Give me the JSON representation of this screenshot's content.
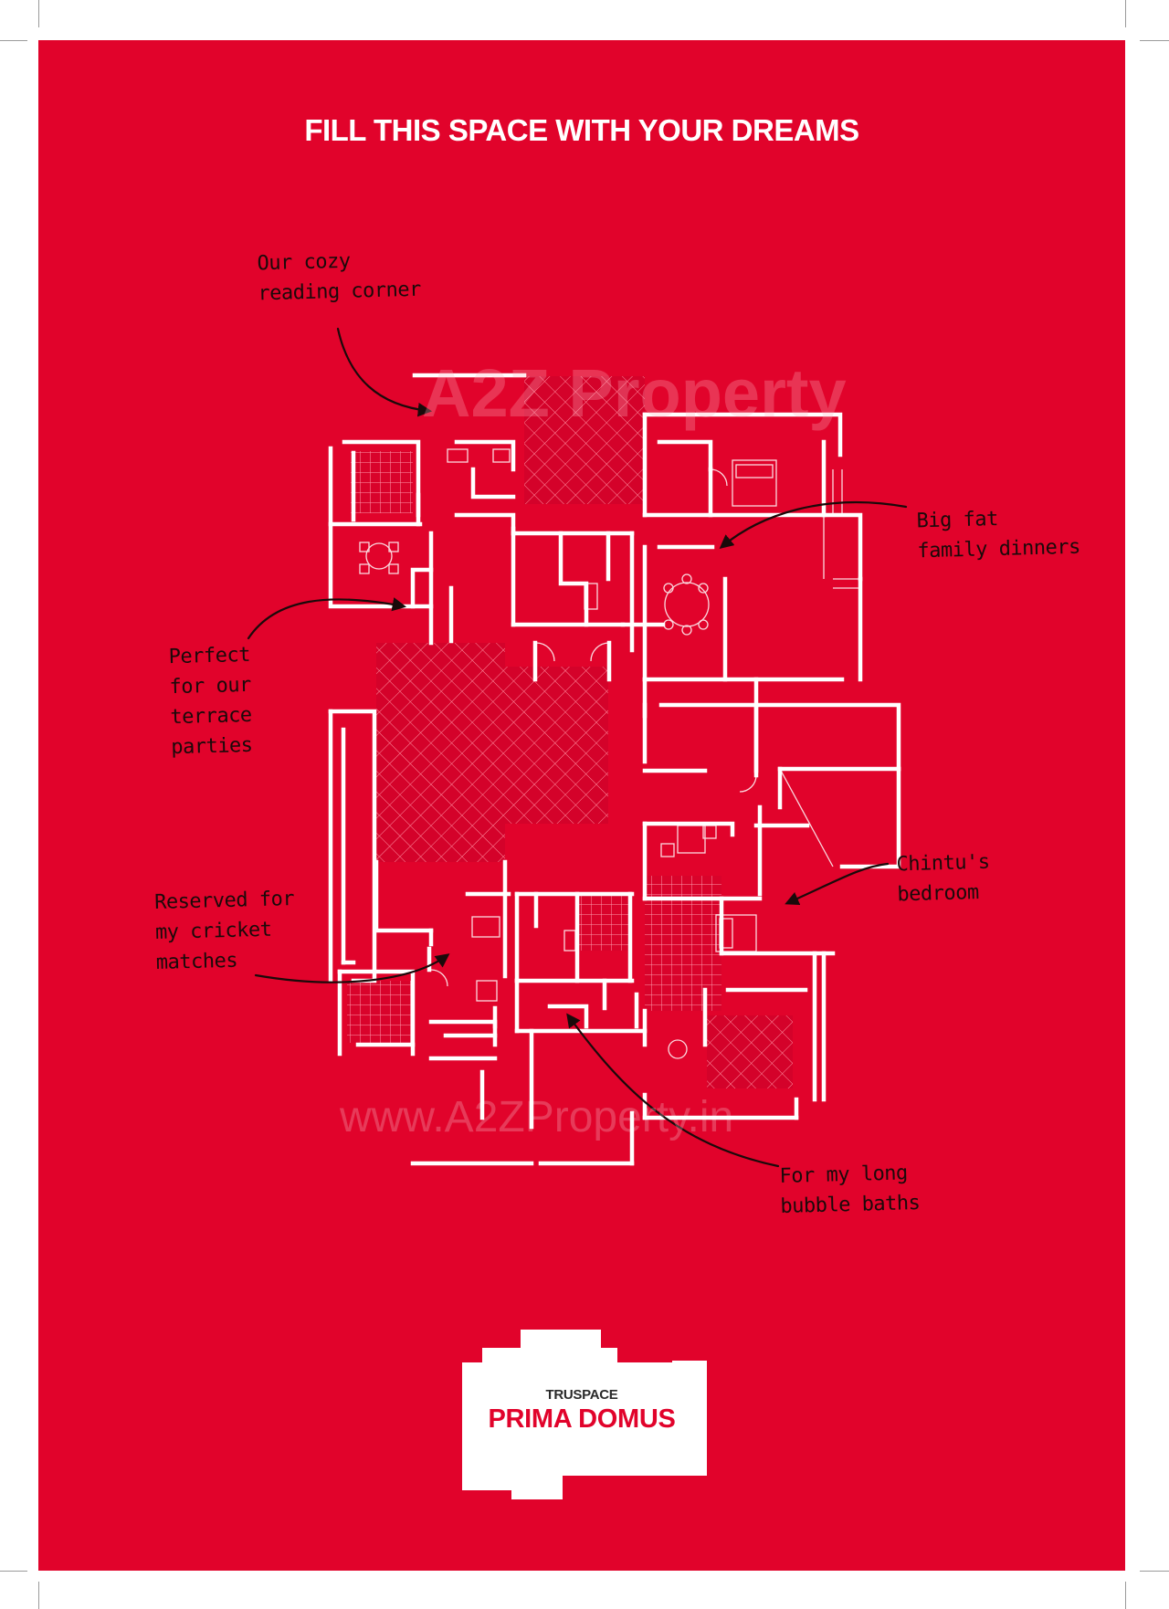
{
  "headline": "FILL THIS SPACE WITH YOUR DREAMS",
  "annotations": {
    "reading_corner": "Our cozy\nreading corner",
    "family_dinners": "Big fat\nfamily dinners",
    "terrace_parties": "Perfect\nfor our\nterrace\nparties",
    "chintu_bedroom": "Chintu's\nbedroom",
    "cricket_matches": "Reserved for\nmy cricket\nmatches",
    "bubble_baths": "For my long\nbubble baths"
  },
  "watermark": {
    "logo_text": "A2Z Property",
    "url": "www.A2ZProperty.in"
  },
  "logo": {
    "brand": "TRUSPACE",
    "name": "PRIMA DOMUS"
  },
  "colors": {
    "background": "#e1032b",
    "plan_lines": "#ffffff",
    "annotation_ink": "#1a0a0a"
  }
}
